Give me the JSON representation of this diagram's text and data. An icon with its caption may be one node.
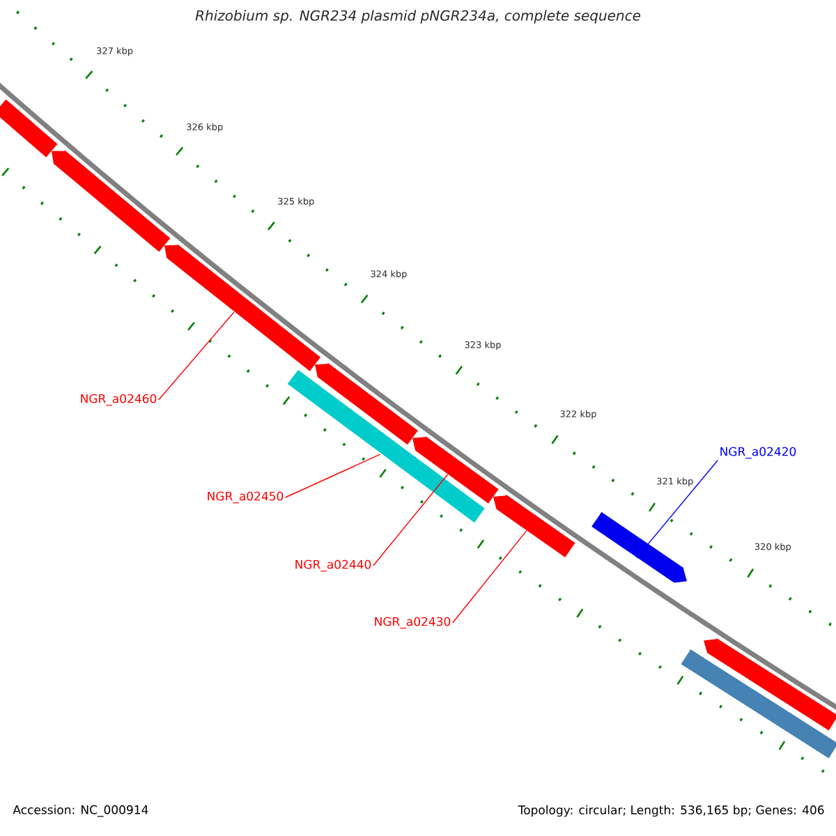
{
  "diagram": {
    "title": "Rhizobium sp. NGR234 plasmid pNGR234a, complete sequence",
    "nodes": [
      {
        "text": [
          "NGR_a02460"
        ]
      },
      {
        "text": [
          "NGR_a02420"
        ]
      },
      {
        "text": [
          "NGR_a02450"
        ]
      },
      {
        "text": [
          "NGR_a02440"
        ]
      },
      {
        "text": [
          "NGR_a02430"
        ]
      },
      {
        "text": [],
        "shape": "bar"
      },
      {
        "text": [],
        "shape": "bar"
      },
      {
        "text": [],
        "shape": "bar"
      },
      {
        "text": [],
        "shape": "bar"
      },
      {
        "text": [],
        "shape": "bar"
      },
      {
        "text": [],
        "shape": "bar"
      },
      {
        "text": [],
        "shape": "bar"
      },
      {
        "text": [],
        "shape": "bar"
      },
      {
        "text": [],
        "shape": "bar"
      },
      {
        "text": [],
        "shape": "bar"
      }
    ],
    "edges": [
      {
        "from": 0,
        "to": 7,
        "arrow": "none"
      },
      {
        "from": 1,
        "to": 12,
        "arrow": "none",
        "color": "#0000ff"
      },
      {
        "from": 2,
        "to": 8,
        "arrow": "none"
      },
      {
        "from": 3,
        "to": 10,
        "arrow": "none"
      },
      {
        "from": 4,
        "to": 11,
        "arrow": "none"
      }
    ],
    "labels": [
      "327 kbp",
      "326 kbp",
      "325 kbp",
      "324 kbp",
      "323 kbp",
      "322 kbp",
      "321 kbp",
      "320 kbp",
      "Accession: NC_000914",
      "Topology: circular; Length: 536,165 bp; Genes: 406"
    ]
  }
}
